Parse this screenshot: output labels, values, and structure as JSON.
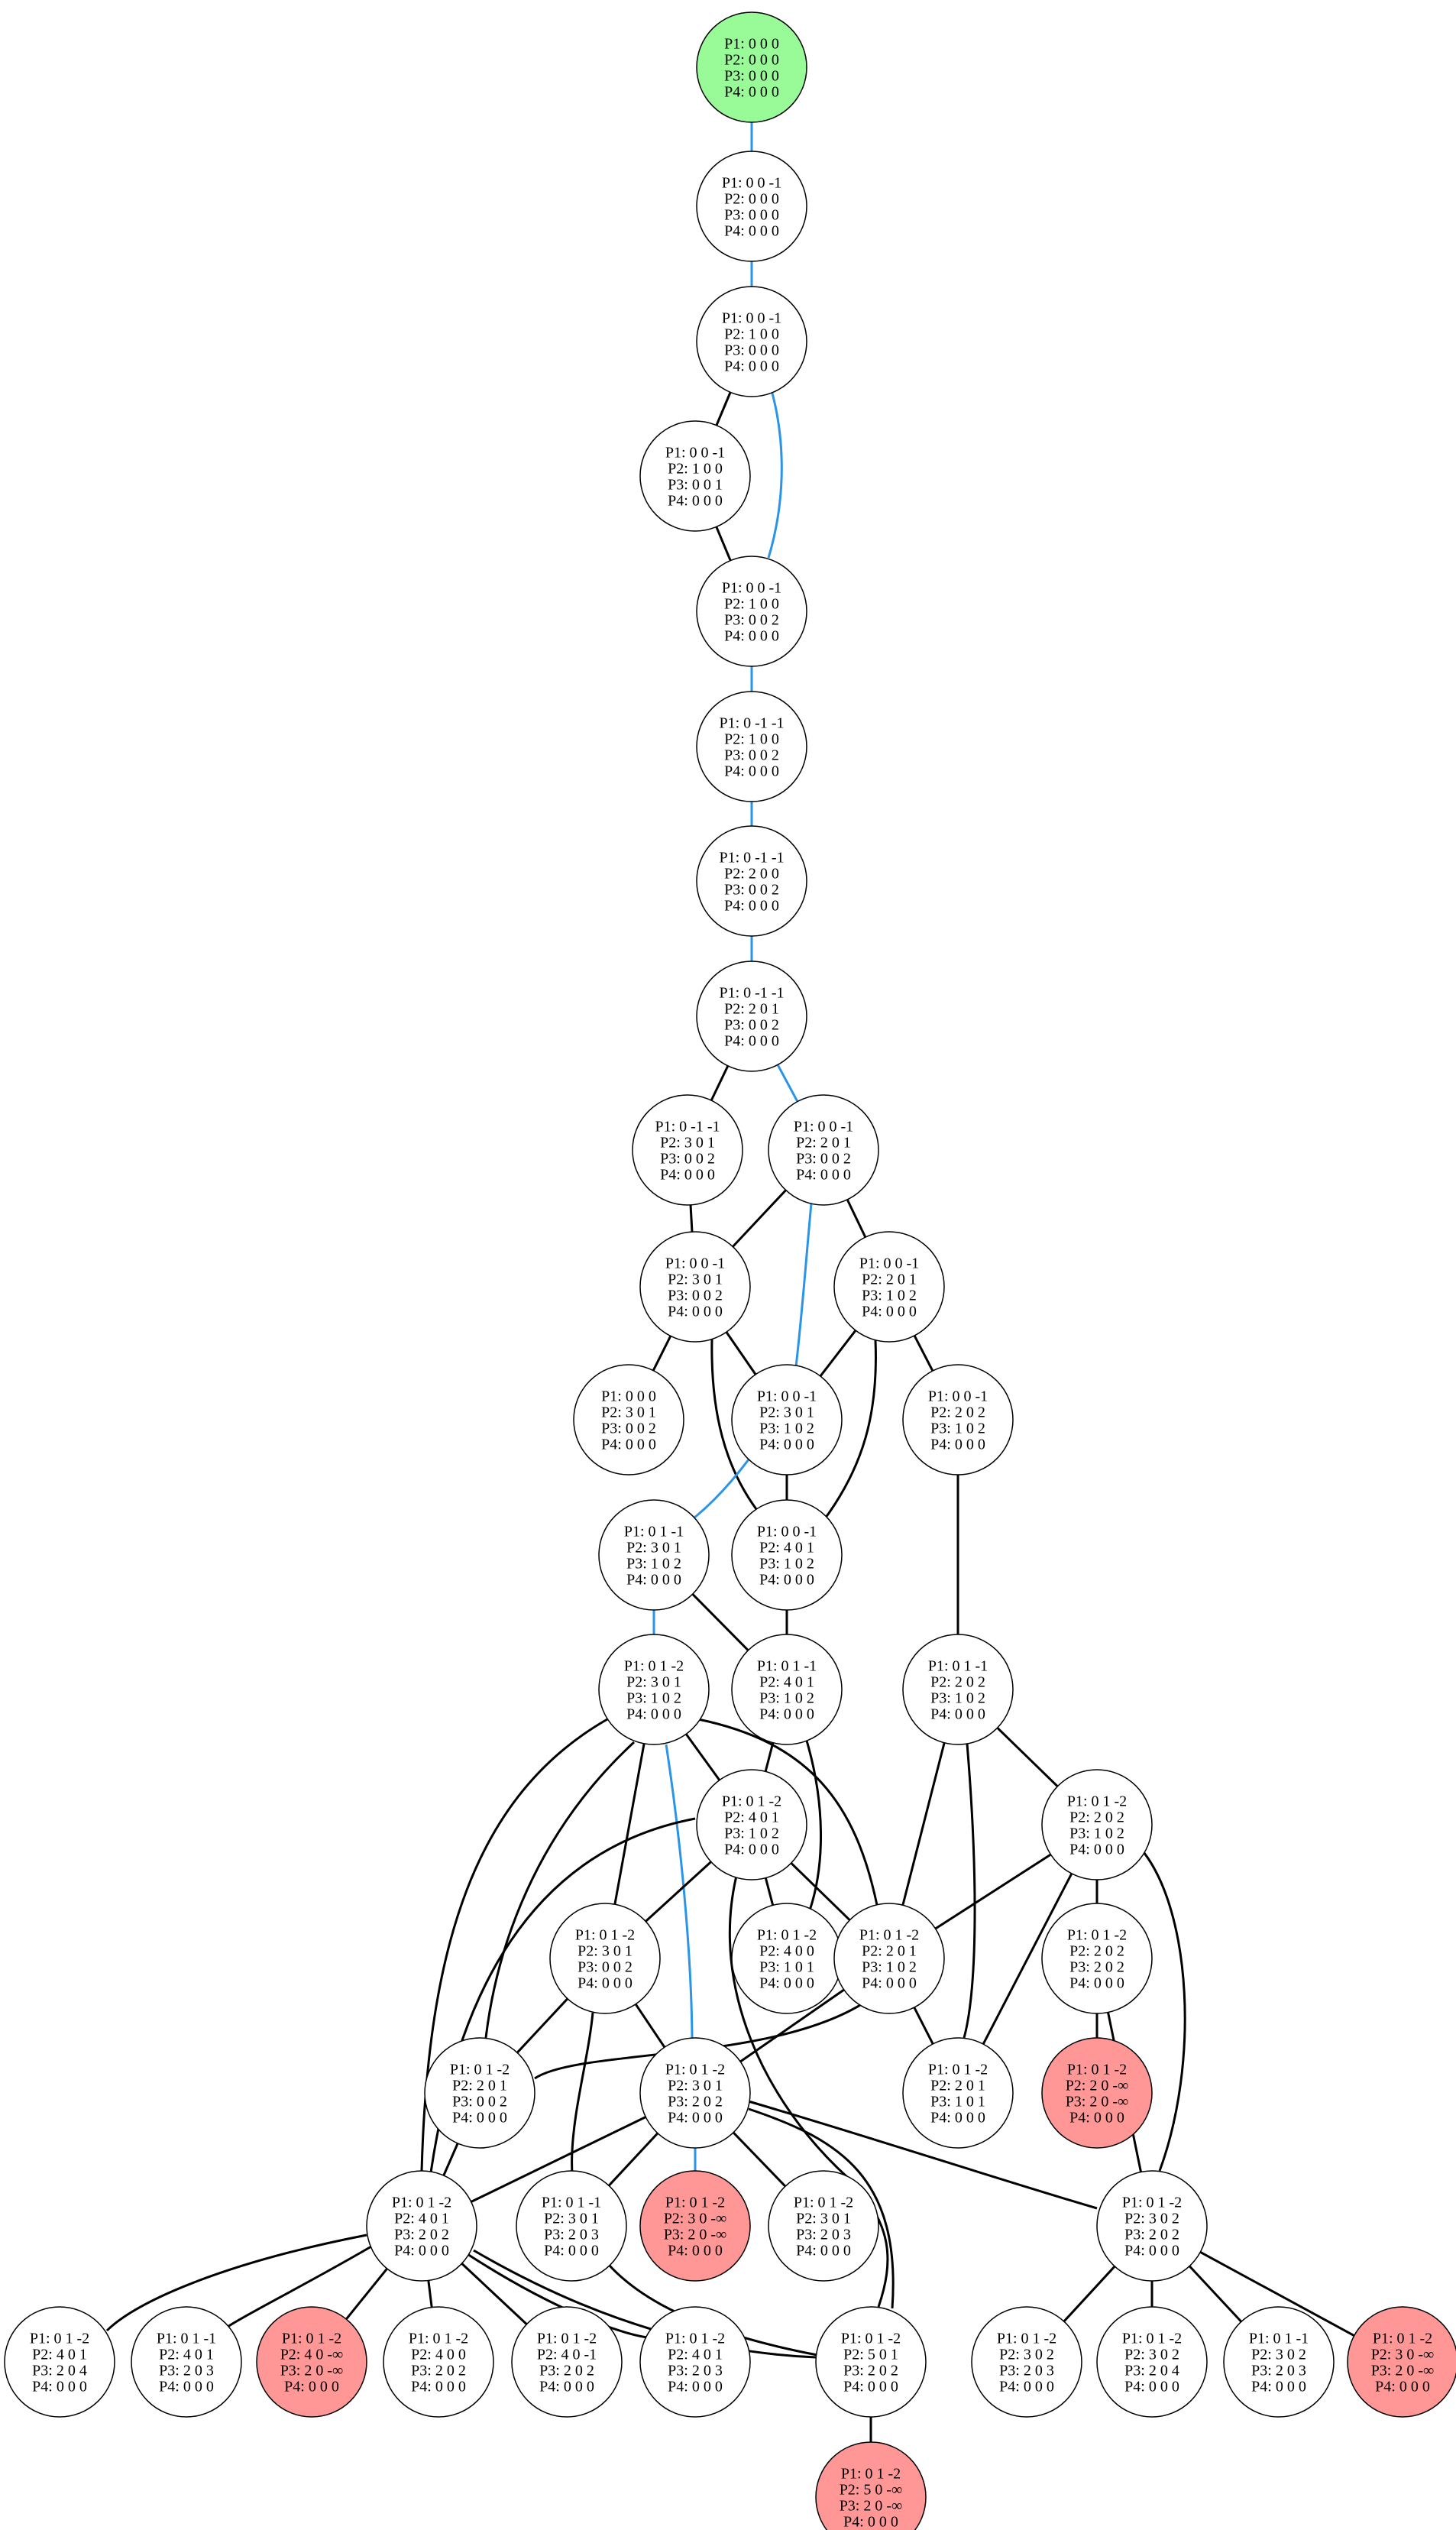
{
  "colors": {
    "start_fill": "#98fb98",
    "terminal_fill": "#ff9797",
    "default_fill": "#ffffff",
    "stroke": "#000000",
    "edge_default": "#000000",
    "edge_highlight": "#2a94e8"
  },
  "nodes": [
    {
      "id": "n0",
      "type": "start",
      "lines": [
        "P1: 0 0 0",
        "P2: 0 0 0",
        "P3: 0 0 0",
        "P4: 0 0 0"
      ]
    },
    {
      "id": "n1",
      "type": "default",
      "lines": [
        "P1: 0 0 -1",
        "P2: 0 0 0",
        "P3: 0 0 0",
        "P4: 0 0 0"
      ]
    },
    {
      "id": "n2",
      "type": "default",
      "lines": [
        "P1: 0 0 -1",
        "P2: 1 0 0",
        "P3: 0 0 0",
        "P4: 0 0 0"
      ]
    },
    {
      "id": "n3",
      "type": "default",
      "lines": [
        "P1: 0 0 -1",
        "P2: 1 0 0",
        "P3: 0 0 1",
        "P4: 0 0 0"
      ]
    },
    {
      "id": "n4",
      "type": "default",
      "lines": [
        "P1: 0 0 -1",
        "P2: 1 0 0",
        "P3: 0 0 2",
        "P4: 0 0 0"
      ]
    },
    {
      "id": "n5",
      "type": "default",
      "lines": [
        "P1: 0 -1 -1",
        "P2: 1 0 0",
        "P3: 0 0 2",
        "P4: 0 0 0"
      ]
    },
    {
      "id": "n6",
      "type": "default",
      "lines": [
        "P1: 0 -1 -1",
        "P2: 2 0 0",
        "P3: 0 0 2",
        "P4: 0 0 0"
      ]
    },
    {
      "id": "n7",
      "type": "default",
      "lines": [
        "P1: 0 -1 -1",
        "P2: 2 0 1",
        "P3: 0 0 2",
        "P4: 0 0 0"
      ]
    },
    {
      "id": "n8",
      "type": "default",
      "lines": [
        "P1: 0 -1 -1",
        "P2: 3 0 1",
        "P3: 0 0 2",
        "P4: 0 0 0"
      ]
    },
    {
      "id": "n9",
      "type": "default",
      "lines": [
        "P1: 0 0 -1",
        "P2: 2 0 1",
        "P3: 0 0 2",
        "P4: 0 0 0"
      ]
    },
    {
      "id": "n10",
      "type": "default",
      "lines": [
        "P1: 0 0 -1",
        "P2: 3 0 1",
        "P3: 0 0 2",
        "P4: 0 0 0"
      ]
    },
    {
      "id": "n11",
      "type": "default",
      "lines": [
        "P1: 0 0 -1",
        "P2: 2 0 1",
        "P3: 1 0 2",
        "P4: 0 0 0"
      ]
    },
    {
      "id": "n12",
      "type": "default",
      "lines": [
        "P1: 0 0 0",
        "P2: 3 0 1",
        "P3: 0 0 2",
        "P4: 0 0 0"
      ]
    },
    {
      "id": "n13",
      "type": "default",
      "lines": [
        "P1: 0 0 -1",
        "P2: 3 0 1",
        "P3: 1 0 2",
        "P4: 0 0 0"
      ]
    },
    {
      "id": "n14",
      "type": "default",
      "lines": [
        "P1: 0 0 -1",
        "P2: 2 0 2",
        "P3: 1 0 2",
        "P4: 0 0 0"
      ]
    },
    {
      "id": "n15",
      "type": "default",
      "lines": [
        "P1: 0 1 -1",
        "P2: 3 0 1",
        "P3: 1 0 2",
        "P4: 0 0 0"
      ]
    },
    {
      "id": "n16",
      "type": "default",
      "lines": [
        "P1: 0 0 -1",
        "P2: 4 0 1",
        "P3: 1 0 2",
        "P4: 0 0 0"
      ]
    },
    {
      "id": "n17",
      "type": "default",
      "lines": [
        "P1: 0 1 -2",
        "P2: 3 0 1",
        "P3: 1 0 2",
        "P4: 0 0 0"
      ]
    },
    {
      "id": "n18",
      "type": "default",
      "lines": [
        "P1: 0 1 -1",
        "P2: 4 0 1",
        "P3: 1 0 2",
        "P4: 0 0 0"
      ]
    },
    {
      "id": "n19",
      "type": "default",
      "lines": [
        "P1: 0 1 -1",
        "P2: 2 0 2",
        "P3: 1 0 2",
        "P4: 0 0 0"
      ]
    },
    {
      "id": "n20",
      "type": "default",
      "lines": [
        "P1: 0 1 -2",
        "P2: 4 0 1",
        "P3: 1 0 2",
        "P4: 0 0 0"
      ]
    },
    {
      "id": "n21",
      "type": "default",
      "lines": [
        "P1: 0 1 -2",
        "P2: 2 0 2",
        "P3: 1 0 2",
        "P4: 0 0 0"
      ]
    },
    {
      "id": "n22",
      "type": "default",
      "lines": [
        "P1: 0 1 -2",
        "P2: 3 0 1",
        "P3: 0 0 2",
        "P4: 0 0 0"
      ]
    },
    {
      "id": "n23",
      "type": "default",
      "lines": [
        "P1: 0 1 -2",
        "P2: 4 0 0",
        "P3: 1 0 1",
        "P4: 0 0 0"
      ]
    },
    {
      "id": "n24",
      "type": "default",
      "lines": [
        "P1: 0 1 -2",
        "P2: 2 0 1",
        "P3: 1 0 2",
        "P4: 0 0 0"
      ]
    },
    {
      "id": "n25",
      "type": "default",
      "lines": [
        "P1: 0 1 -2",
        "P2: 2 0 2",
        "P3: 2 0 2",
        "P4: 0 0 0"
      ]
    },
    {
      "id": "n26",
      "type": "default",
      "lines": [
        "P1: 0 1 -2",
        "P2: 2 0 1",
        "P3: 0 0 2",
        "P4: 0 0 0"
      ]
    },
    {
      "id": "n27",
      "type": "default",
      "lines": [
        "P1: 0 1 -2",
        "P2: 3 0 1",
        "P3: 2 0 2",
        "P4: 0 0 0"
      ]
    },
    {
      "id": "n28",
      "type": "default",
      "lines": [
        "P1: 0 1 -2",
        "P2: 2 0 1",
        "P3: 1 0 1",
        "P4: 0 0 0"
      ]
    },
    {
      "id": "n29",
      "type": "terminal",
      "lines": [
        "P1: 0 1 -2",
        "P2: 2 0 -∞",
        "P3: 2 0 -∞",
        "P4: 0 0 0"
      ]
    },
    {
      "id": "n30",
      "type": "default",
      "lines": [
        "P1: 0 1 -2",
        "P2: 4 0 1",
        "P3: 2 0 2",
        "P4: 0 0 0"
      ]
    },
    {
      "id": "n31",
      "type": "default",
      "lines": [
        "P1: 0 1 -1",
        "P2: 3 0 1",
        "P3: 2 0 3",
        "P4: 0 0 0"
      ]
    },
    {
      "id": "n32",
      "type": "terminal",
      "lines": [
        "P1: 0 1 -2",
        "P2: 3 0 -∞",
        "P3: 2 0 -∞",
        "P4: 0 0 0"
      ]
    },
    {
      "id": "n33",
      "type": "default",
      "lines": [
        "P1: 0 1 -2",
        "P2: 3 0 1",
        "P3: 2 0 3",
        "P4: 0 0 0"
      ]
    },
    {
      "id": "n34",
      "type": "default",
      "lines": [
        "P1: 0 1 -2",
        "P2: 3 0 2",
        "P3: 2 0 2",
        "P4: 0 0 0"
      ]
    },
    {
      "id": "n35",
      "type": "default",
      "lines": [
        "P1: 0 1 -2",
        "P2: 4 0 1",
        "P3: 2 0 4",
        "P4: 0 0 0"
      ]
    },
    {
      "id": "n36",
      "type": "default",
      "lines": [
        "P1: 0 1 -1",
        "P2: 4 0 1",
        "P3: 2 0 3",
        "P4: 0 0 0"
      ]
    },
    {
      "id": "n37",
      "type": "terminal",
      "lines": [
        "P1: 0 1 -2",
        "P2: 4 0 -∞",
        "P3: 2 0 -∞",
        "P4: 0 0 0"
      ]
    },
    {
      "id": "n38",
      "type": "default",
      "lines": [
        "P1: 0 1 -2",
        "P2: 4 0 0",
        "P3: 2 0 2",
        "P4: 0 0 0"
      ]
    },
    {
      "id": "n39",
      "type": "default",
      "lines": [
        "P1: 0 1 -2",
        "P2: 4 0 -1",
        "P3: 2 0 2",
        "P4: 0 0 0"
      ]
    },
    {
      "id": "n40",
      "type": "default",
      "lines": [
        "P1: 0 1 -2",
        "P2: 4 0 1",
        "P3: 2 0 3",
        "P4: 0 0 0"
      ]
    },
    {
      "id": "n41",
      "type": "default",
      "lines": [
        "P1: 0 1 -2",
        "P2: 5 0 1",
        "P3: 2 0 2",
        "P4: 0 0 0"
      ]
    },
    {
      "id": "n42",
      "type": "default",
      "lines": [
        "P1: 0 1 -2",
        "P2: 3 0 2",
        "P3: 2 0 3",
        "P4: 0 0 0"
      ]
    },
    {
      "id": "n43",
      "type": "default",
      "lines": [
        "P1: 0 1 -2",
        "P2: 3 0 2",
        "P3: 2 0 4",
        "P4: 0 0 0"
      ]
    },
    {
      "id": "n44",
      "type": "default",
      "lines": [
        "P1: 0 1 -1",
        "P2: 3 0 2",
        "P3: 2 0 3",
        "P4: 0 0 0"
      ]
    },
    {
      "id": "n45",
      "type": "terminal",
      "lines": [
        "P1: 0 1 -2",
        "P2: 3 0 -∞",
        "P3: 2 0 -∞",
        "P4: 0 0 0"
      ]
    },
    {
      "id": "n46",
      "type": "terminal",
      "lines": [
        "P1: 0 1 -2",
        "P2: 5 0 -∞",
        "P3: 2 0 -∞",
        "P4: 0 0 0"
      ]
    }
  ],
  "edges": [
    {
      "from": "n0",
      "to": "n1",
      "highlight": true
    },
    {
      "from": "n1",
      "to": "n2",
      "highlight": true
    },
    {
      "from": "n2",
      "to": "n3",
      "highlight": false
    },
    {
      "from": "n2",
      "to": "n4",
      "highlight": true
    },
    {
      "from": "n3",
      "to": "n4",
      "highlight": false
    },
    {
      "from": "n4",
      "to": "n5",
      "highlight": true
    },
    {
      "from": "n5",
      "to": "n6",
      "highlight": true
    },
    {
      "from": "n6",
      "to": "n7",
      "highlight": true
    },
    {
      "from": "n7",
      "to": "n8",
      "highlight": false
    },
    {
      "from": "n7",
      "to": "n9",
      "highlight": true
    },
    {
      "from": "n8",
      "to": "n10",
      "highlight": false
    },
    {
      "from": "n9",
      "to": "n10",
      "highlight": false
    },
    {
      "from": "n9",
      "to": "n11",
      "highlight": false
    },
    {
      "from": "n9",
      "to": "n13",
      "highlight": true
    },
    {
      "from": "n10",
      "to": "n12",
      "highlight": false
    },
    {
      "from": "n10",
      "to": "n13",
      "highlight": false
    },
    {
      "from": "n10",
      "to": "n16",
      "highlight": false
    },
    {
      "from": "n11",
      "to": "n13",
      "highlight": false
    },
    {
      "from": "n11",
      "to": "n14",
      "highlight": false
    },
    {
      "from": "n11",
      "to": "n16",
      "highlight": false
    },
    {
      "from": "n13",
      "to": "n15",
      "highlight": true
    },
    {
      "from": "n13",
      "to": "n16",
      "highlight": false
    },
    {
      "from": "n14",
      "to": "n19",
      "highlight": false
    },
    {
      "from": "n15",
      "to": "n17",
      "highlight": true
    },
    {
      "from": "n15",
      "to": "n18",
      "highlight": false
    },
    {
      "from": "n16",
      "to": "n18",
      "highlight": false
    },
    {
      "from": "n17",
      "to": "n20",
      "highlight": false
    },
    {
      "from": "n17",
      "to": "n22",
      "highlight": false
    },
    {
      "from": "n17",
      "to": "n24",
      "highlight": false
    },
    {
      "from": "n17",
      "to": "n26",
      "highlight": false
    },
    {
      "from": "n17",
      "to": "n27",
      "highlight": true
    },
    {
      "from": "n17",
      "to": "n30",
      "highlight": false
    },
    {
      "from": "n18",
      "to": "n20",
      "highlight": false
    },
    {
      "from": "n18",
      "to": "n23",
      "highlight": false
    },
    {
      "from": "n19",
      "to": "n21",
      "highlight": false
    },
    {
      "from": "n19",
      "to": "n24",
      "highlight": false
    },
    {
      "from": "n19",
      "to": "n28",
      "highlight": false
    },
    {
      "from": "n20",
      "to": "n22",
      "highlight": false
    },
    {
      "from": "n20",
      "to": "n23",
      "highlight": false
    },
    {
      "from": "n20",
      "to": "n24",
      "highlight": false
    },
    {
      "from": "n20",
      "to": "n30",
      "highlight": false
    },
    {
      "from": "n20",
      "to": "n41",
      "highlight": false
    },
    {
      "from": "n21",
      "to": "n24",
      "highlight": false
    },
    {
      "from": "n21",
      "to": "n25",
      "highlight": false
    },
    {
      "from": "n21",
      "to": "n28",
      "highlight": false
    },
    {
      "from": "n21",
      "to": "n34",
      "highlight": false
    },
    {
      "from": "n22",
      "to": "n26",
      "highlight": false
    },
    {
      "from": "n22",
      "to": "n27",
      "highlight": false
    },
    {
      "from": "n22",
      "to": "n41",
      "highlight": false
    },
    {
      "from": "n24",
      "to": "n26",
      "highlight": false
    },
    {
      "from": "n24",
      "to": "n27",
      "highlight": false
    },
    {
      "from": "n24",
      "to": "n28",
      "highlight": false
    },
    {
      "from": "n25",
      "to": "n29",
      "highlight": false
    },
    {
      "from": "n25",
      "to": "n34",
      "highlight": false
    },
    {
      "from": "n26",
      "to": "n30",
      "highlight": false
    },
    {
      "from": "n27",
      "to": "n30",
      "highlight": false
    },
    {
      "from": "n27",
      "to": "n31",
      "highlight": false
    },
    {
      "from": "n27",
      "to": "n32",
      "highlight": true
    },
    {
      "from": "n27",
      "to": "n33",
      "highlight": false
    },
    {
      "from": "n27",
      "to": "n34",
      "highlight": false
    },
    {
      "from": "n27",
      "to": "n41",
      "highlight": false
    },
    {
      "from": "n30",
      "to": "n35",
      "highlight": false
    },
    {
      "from": "n30",
      "to": "n36",
      "highlight": false
    },
    {
      "from": "n30",
      "to": "n37",
      "highlight": false
    },
    {
      "from": "n30",
      "to": "n38",
      "highlight": false
    },
    {
      "from": "n30",
      "to": "n39",
      "highlight": false
    },
    {
      "from": "n30",
      "to": "n40",
      "highlight": false
    },
    {
      "from": "n30",
      "to": "n41",
      "highlight": false
    },
    {
      "from": "n34",
      "to": "n42",
      "highlight": false
    },
    {
      "from": "n34",
      "to": "n43",
      "highlight": false
    },
    {
      "from": "n34",
      "to": "n44",
      "highlight": false
    },
    {
      "from": "n34",
      "to": "n45",
      "highlight": false
    },
    {
      "from": "n41",
      "to": "n46",
      "highlight": false
    }
  ]
}
